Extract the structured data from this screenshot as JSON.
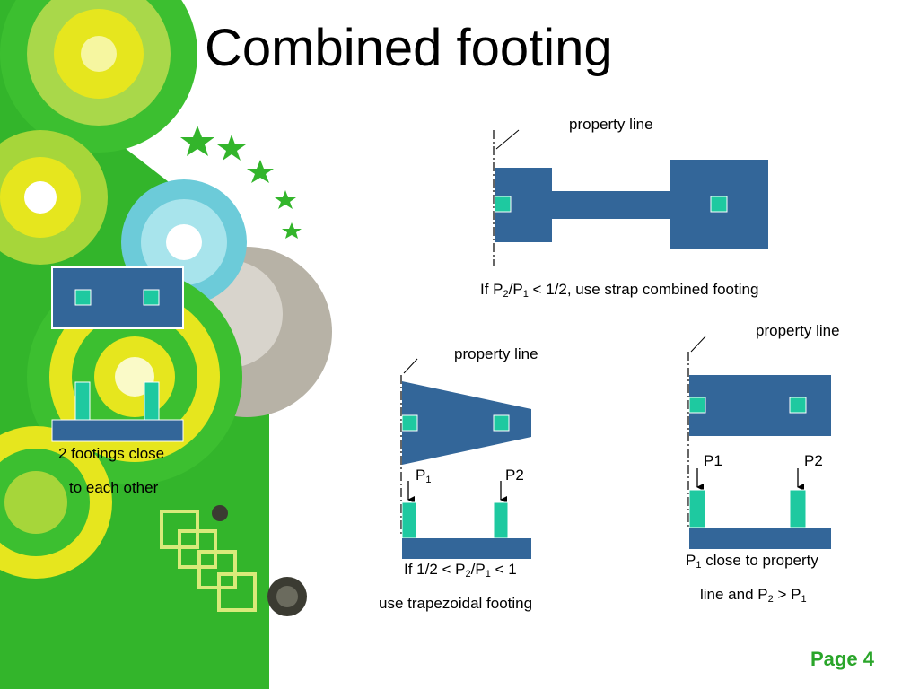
{
  "title": "Combined footing",
  "page": "Page 4",
  "colors": {
    "footing": "#336699",
    "column": "#1ec9a0",
    "accent_green": "#2aa52a",
    "deco_green": "#33b52b",
    "deco_yellow": "#e6e61e",
    "deco_cyan": "#6ccbd9"
  },
  "labels": {
    "close": {
      "line1": "2 footings close",
      "line2": "to each other"
    },
    "strap": {
      "property_line": "property line",
      "cond_prefix": "If P",
      "sub_a": "2",
      "slash": "/P",
      "sub_b": "1",
      "cond_suffix": " < 1/2, use strap combined footing"
    },
    "trapezoidal": {
      "property_line": "property line",
      "p1_main": "P",
      "p1_sub": "1",
      "p2": "P2",
      "cond_prefix": "If 1/2 < P",
      "sub_a": "2",
      "slash": "/P",
      "sub_b": "1",
      "cond_suffix": " < 1",
      "line2": "use trapezoidal footing"
    },
    "rectangular": {
      "property_line": "property line",
      "p1": "P1",
      "p2": "P2",
      "l1_main": "P",
      "l1_sub": "1",
      "l1_suffix": " close to property",
      "l2_prefix": "line and P",
      "l2_sub_a": "2",
      "l2_mid": " > P",
      "l2_sub_b": "1"
    }
  }
}
